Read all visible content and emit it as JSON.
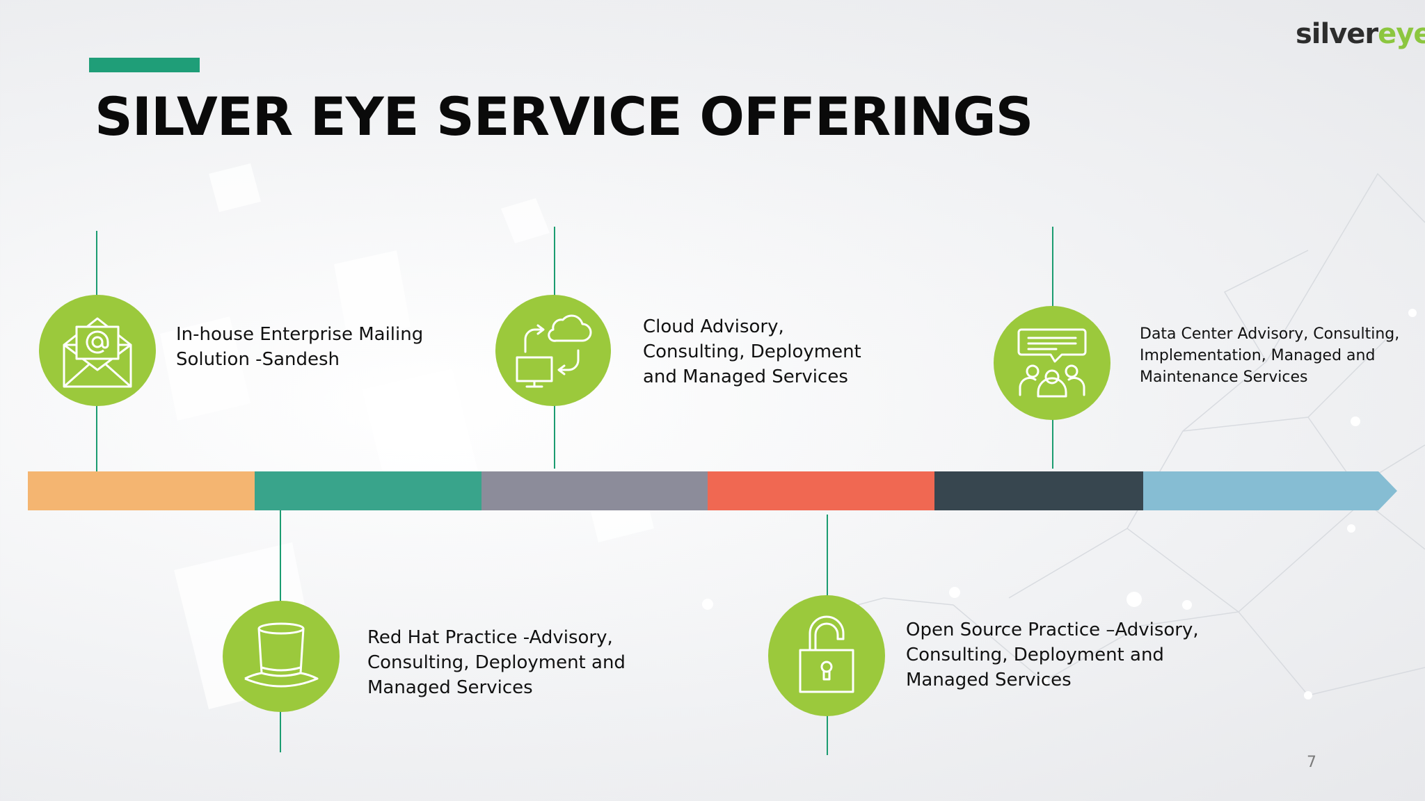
{
  "slide": {
    "title": "SILVER EYE SERVICE OFFERINGS",
    "page_number": "7"
  },
  "logo": {
    "brand_dark": "silver",
    "brand_green": "eye"
  },
  "colors": {
    "accent": "#1f9e78",
    "icon_green": "#9bc93c",
    "connector": "#1b9c70",
    "timeline": [
      "#f4b571",
      "#39a48b",
      "#8c8c9a",
      "#f06852",
      "#37464f",
      "#86bdd3"
    ]
  },
  "offerings": [
    {
      "icon": "envelope-at-icon",
      "label": "In-house  Enterprise Mailing\nSolution -Sandesh"
    },
    {
      "icon": "top-hat-icon",
      "label": "Red Hat Practice -Advisory,\nConsulting,  Deployment and\nManaged Services"
    },
    {
      "icon": "cloud-sync-icon",
      "label": "Cloud Advisory,\nConsulting,  Deployment\nand Managed Services"
    },
    {
      "icon": "open-lock-icon",
      "label": "Open Source Practice –Advisory,\nConsulting, Deployment and\nManaged Services"
    },
    {
      "icon": "team-chat-icon",
      "label": "Data Center Advisory, Consulting,\nImplementation, Managed and\nMaintenance Services"
    }
  ]
}
